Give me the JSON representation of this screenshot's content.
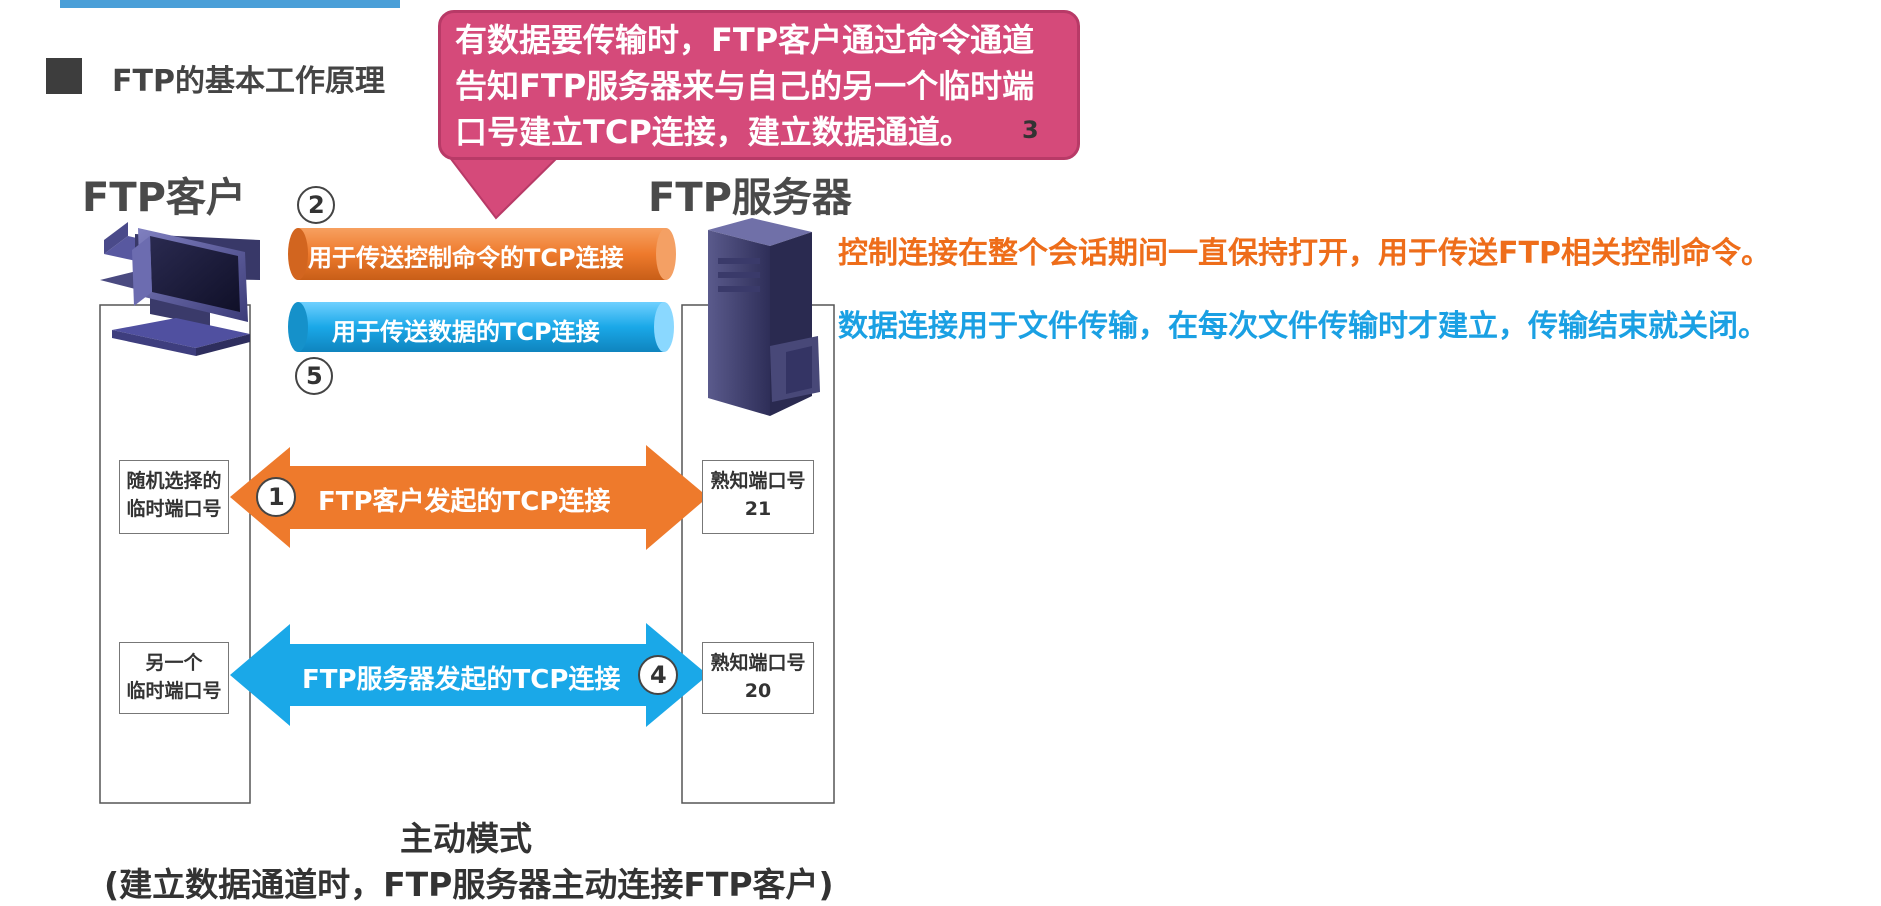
{
  "section_title": "FTP的基本工作原理",
  "client_label": "FTP客户",
  "server_label": "FTP服务器",
  "popup": {
    "lines": [
      "有数据要传输时，FTP客户通过命令通道",
      "告知FTP服务器来与自己的另一个临时端",
      "口号建立TCP连接，建立数据通道。"
    ],
    "step": "3"
  },
  "pipes": {
    "control_label": "用于传送控制命令的TCP连接",
    "control_step": "2",
    "data_label": "用于传送数据的TCP连接",
    "data_step": "5"
  },
  "connections": {
    "client_initiated_label": "FTP客户发起的TCP连接",
    "client_initiated_step": "1",
    "server_initiated_label": "FTP服务器发起的TCP连接",
    "server_initiated_step": "4"
  },
  "ports": {
    "client_random_line1": "随机选择的",
    "client_random_line2": "临时端口号",
    "client_other_line1": "另一个",
    "client_other_line2": "临时端口号",
    "server_well_known_21_line1": "熟知端口号",
    "server_well_known_21_line2": "21",
    "server_well_known_20_line1": "熟知端口号",
    "server_well_known_20_line2": "20"
  },
  "notes": {
    "control": "控制连接在整个会话期间一直保持打开，用于传送FTP相关控制命令。",
    "data": "数据连接用于文件传输，在每次文件传输时才建立，传输结束就关闭。"
  },
  "mode": {
    "title": "主动模式",
    "subtitle": "(建立数据通道时，FTP服务器主动连接FTP客户)"
  },
  "colors": {
    "orange": "#ee7a2c",
    "blue": "#1aa8e8",
    "popup": "#d54a7a"
  }
}
